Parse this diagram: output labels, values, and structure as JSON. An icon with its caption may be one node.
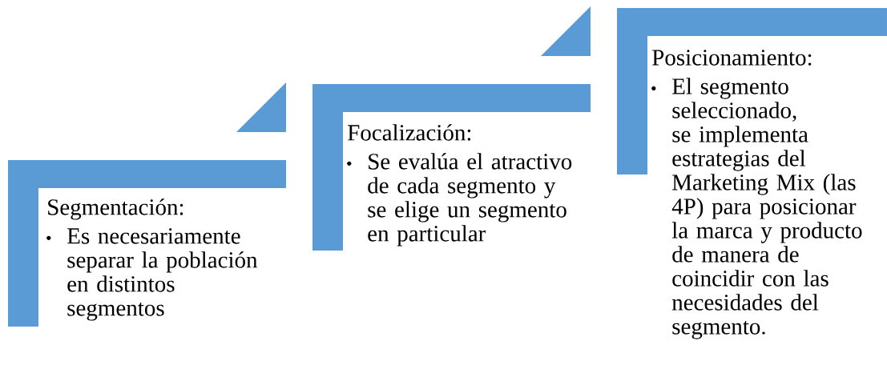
{
  "diagram": {
    "nodes": [
      {
        "text": [
          "Segmentación:",
          "Es necesariamente separar la población en distintos segmentos"
        ]
      },
      {
        "text": [
          "Focalización:",
          "Se evalúa el atractivo de cada segmento y se elige un segmento en particular"
        ]
      },
      {
        "text": [
          "Posicionamiento:",
          "El segmento seleccionado, se implementa estrategias del Marketing Mix (las 4P) para posicionar la marca y producto de manera de coincidir con las necesidades del segmento."
        ]
      }
    ]
  }
}
